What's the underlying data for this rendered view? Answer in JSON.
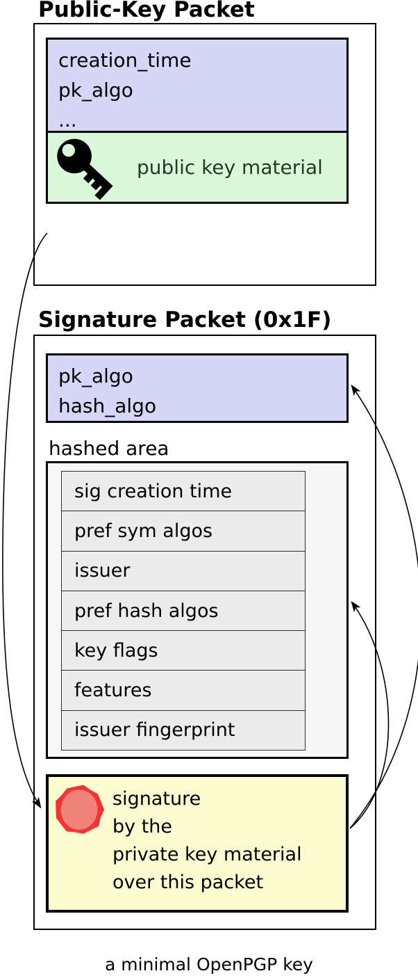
{
  "diagram": {
    "caption": "a minimal OpenPGP key"
  },
  "public_key_packet": {
    "title": "Public-Key Packet",
    "fields": [
      "creation_time",
      "pk_algo",
      "..."
    ],
    "key_material_label": "public key material"
  },
  "signature_packet": {
    "title": "Signature Packet (0x1F)",
    "fields": [
      "pk_algo",
      "hash_algo"
    ],
    "hashed_area_label": "hashed area",
    "subpackets": [
      "sig creation time",
      "pref sym algos",
      "issuer",
      "pref hash algos",
      "key flags",
      "features",
      "issuer fingerprint"
    ],
    "signature_lines": [
      "signature",
      "by the",
      "private key material",
      "over this packet"
    ]
  },
  "arrows": [
    {
      "name": "public-key-to-signature-arrow",
      "from": "public-key packet",
      "to": "signature block"
    },
    {
      "name": "signature-to-header-arrow",
      "from": "signature block",
      "to": "pk_algo / hash_algo header"
    },
    {
      "name": "signature-to-hashed-area-arrow",
      "from": "signature block",
      "to": "hashed area"
    }
  ],
  "colors": {
    "header_fill": "#d6d6f6",
    "key_material_fill": "#d9f9d9",
    "key_material_text": "#1d3d1d",
    "hashed_area_fill": "#f7f7f7",
    "subpacket_fill": "#ececec",
    "signature_fill": "#fbfbd0",
    "seal_outer": "#f83232",
    "seal_inner": "#ef8379",
    "line": "#000000"
  }
}
